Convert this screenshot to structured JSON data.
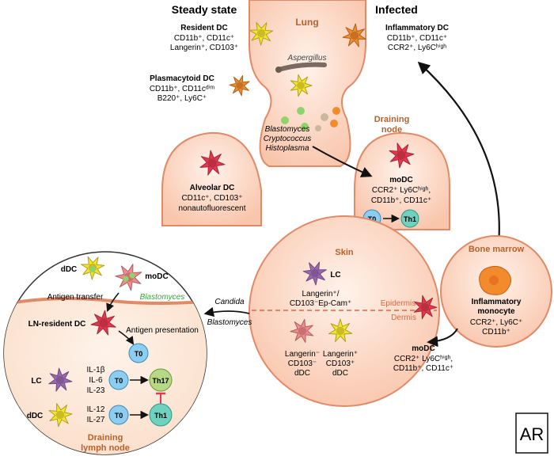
{
  "headers": {
    "steady_state": "Steady state",
    "infected": "Infected"
  },
  "lung": {
    "label": "Lung",
    "aspergillus": "Aspergillus",
    "pathogens": [
      "Blastomyces",
      "Cryptococcus",
      "Histoplasma"
    ]
  },
  "resident_dc": {
    "title": "Resident DC",
    "lines": [
      "CD11b⁺, CD11c⁺",
      "Langerin⁺, CD103⁺"
    ]
  },
  "plasmacytoid_dc": {
    "title": "Plasmacytoid DC",
    "lines": [
      "CD11b⁺, CD11cᵈⁱᵐ",
      "B220⁺, Ly6C⁺"
    ]
  },
  "inflammatory_dc": {
    "title": "Inflammatory DC",
    "lines": [
      "CD11b⁺, CD11c⁺",
      "CCR2⁺, Ly6Cʰⁱᵍʰ"
    ]
  },
  "alveolar_dc": {
    "title": "Alveolar DC",
    "lines": [
      "CD11c⁺, CD103⁺",
      "nonautofluorescent"
    ]
  },
  "draining_node": {
    "title_lines": [
      "Draining",
      "node"
    ],
    "modc_title": "moDC",
    "modc_lines": [
      "CCR2⁺ Ly6Cʰⁱᵍʰ,",
      "CD11b⁺, CD11c⁺"
    ],
    "t0": "T0",
    "th1": "Th1"
  },
  "skin": {
    "title": "Skin",
    "lc_label": "LC",
    "lc_lines": [
      "Langerin⁺/",
      "CD103⁻Ep-Cam⁺"
    ],
    "epidermis": "Epidermis",
    "dermis": "Dermis",
    "ddc_neg_lines": [
      "Langerin⁻",
      "CD103⁻",
      "dDC"
    ],
    "ddc_pos_lines": [
      "Langerin⁺",
      "CD103⁺",
      "dDC"
    ]
  },
  "bone_marrow": {
    "title": "Bone marrow",
    "cell_lines": [
      "Inflammatory",
      "monocyte"
    ],
    "marker_lines": [
      "CCR2⁺, Ly6C⁺",
      "CD11b⁺"
    ]
  },
  "bm_modc": {
    "title": "moDC",
    "lines": [
      "CCR2⁺ Ly6Cʰⁱᵍʰ,",
      "CD11b⁺, CD11c⁺"
    ]
  },
  "skin_pathogens": [
    "Candida",
    "Blastomyces"
  ],
  "lymph_node": {
    "ddc_top": "dDC",
    "modc": "moDC",
    "blastomyces": "Blastomyces",
    "antigen_transfer": "Antigen transfer",
    "ln_resident_dc": "LN-resident DC",
    "antigen_presentation": "Antigen presentation",
    "t0": "T0",
    "lc": "LC",
    "lc_cytokines": [
      "IL-1β",
      "IL-6",
      "IL-23"
    ],
    "th17": "Th17",
    "ddc_bottom": "dDC",
    "ddc_cytokines": [
      "IL-12",
      "IL-27"
    ],
    "th1": "Th1",
    "title_lines": [
      "Draining",
      "lymph node"
    ]
  },
  "logo": "AR",
  "colors": {
    "tissue_fill": "#fbd3bd",
    "tissue_stroke": "#e08a68",
    "section_title": "#b5622c",
    "yellow_cell": "#f6e52c",
    "orange_cell": "#f28b2c",
    "red_cell": "#e5384f",
    "purple_cell": "#9b69b3",
    "pink_cell": "#f38a8c",
    "t0_cell": "#8dcdef",
    "th1_cell": "#6fd2c0",
    "th17_cell": "#b7d986"
  }
}
